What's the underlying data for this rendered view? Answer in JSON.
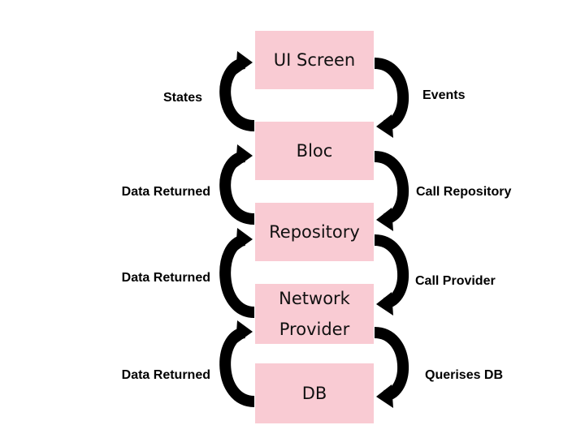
{
  "colors": {
    "box_fill": "#f9cbd3",
    "arrow": "#000000",
    "text": "#000000"
  },
  "boxes": [
    {
      "label": "UI Screen"
    },
    {
      "label": "Bloc"
    },
    {
      "label": "Repository"
    },
    {
      "label": "Network\nProvider"
    },
    {
      "label": "DB"
    }
  ],
  "left_labels": [
    {
      "label": "States"
    },
    {
      "label": "Data Returned"
    },
    {
      "label": "Data Returned"
    },
    {
      "label": "Data Returned"
    }
  ],
  "right_labels": [
    {
      "label": "Events"
    },
    {
      "label": "Call Repository"
    },
    {
      "label": "Call Provider"
    },
    {
      "label": "Querises DB"
    }
  ]
}
